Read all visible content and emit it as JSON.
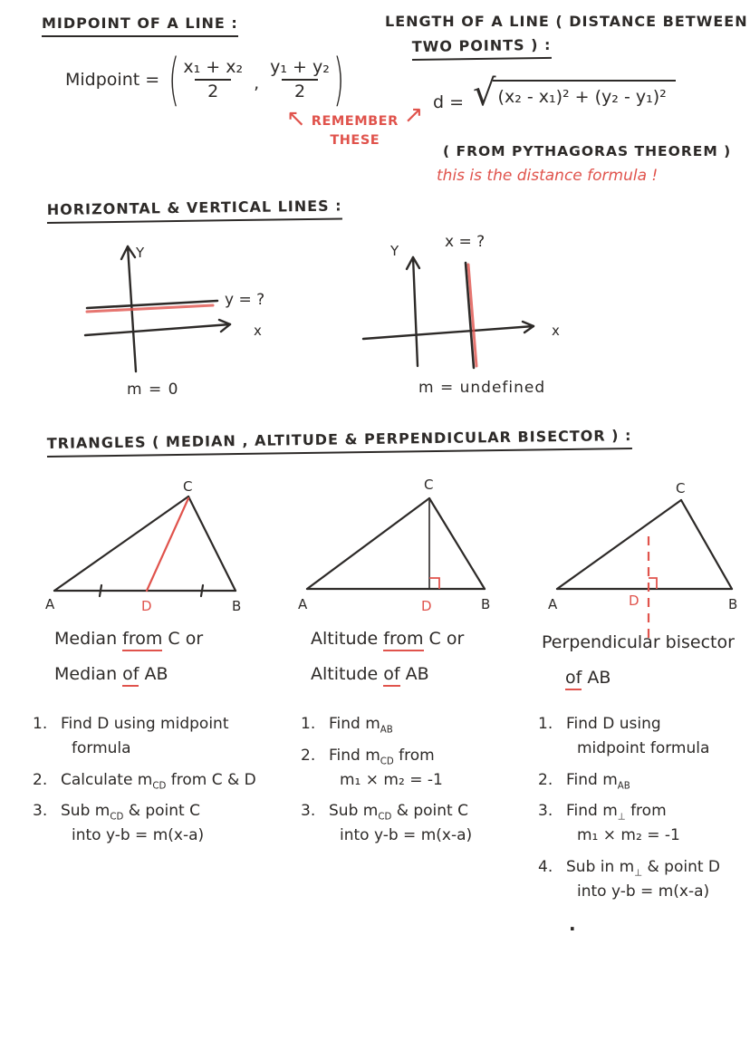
{
  "ink": {
    "black": "#2d2a28",
    "red": "#e0534c"
  },
  "midpoint": {
    "title": "MIDPOINT OF A LINE :",
    "lhs": "Midpoint =",
    "open_paren": "(",
    "x_num": "x₁ + x₂",
    "x_den": "2",
    "separator": ",",
    "y_num": "y₁ + y₂",
    "y_den": "2",
    "close_paren": ")"
  },
  "remember": {
    "left_arrow": "↖",
    "line1": "REMEMBER",
    "line2": "THESE",
    "right_arrow": "↗"
  },
  "length": {
    "title_line1": "LENGTH OF A LINE ( DISTANCE BETWEEN",
    "title_line2": "TWO POINTS ) :",
    "lhs": "d =",
    "radical": "√",
    "radicand": "(x₂ - x₁)² + (y₂ - y₁)²",
    "source_note": "( FROM PYTHAGORAS THEOREM )",
    "red_note": "this is the distance formula !"
  },
  "hv": {
    "title": "HORIZONTAL & VERTICAL LINES :",
    "left_graph": {
      "y_axis_label": "Y",
      "x_axis_label": "x",
      "line_label": "y = ?",
      "slope_label": "m = 0"
    },
    "right_graph": {
      "y_axis_label": "Y",
      "x_axis_label": "x",
      "line_label": "x = ?",
      "slope_label": "m = undefined"
    }
  },
  "triangles": {
    "title": "TRIANGLES ( MEDIAN , ALTITUDE & PERPENDICULAR BISECTOR ) :",
    "vertices": {
      "a": "A",
      "b": "B",
      "c": "C",
      "d": "D"
    },
    "columns": [
      {
        "caption_line1": [
          {
            "t": "Median "
          },
          {
            "t": "from",
            "u": true
          },
          {
            "t": " C or"
          }
        ],
        "caption_line2": [
          {
            "t": "Median "
          },
          {
            "t": "of",
            "u": true
          },
          {
            "t": " AB"
          }
        ],
        "steps": [
          {
            "num": "1.",
            "lines": [
              [
                {
                  "t": "Find D using midpoint"
                }
              ],
              [
                {
                  "t": "formula"
                }
              ]
            ]
          },
          {
            "num": "2.",
            "lines": [
              [
                {
                  "t": "Calculate m"
                },
                {
                  "t": "CD",
                  "sub": true
                },
                {
                  "t": " from C & D"
                }
              ]
            ]
          },
          {
            "num": "3.",
            "lines": [
              [
                {
                  "t": "Sub m"
                },
                {
                  "t": "CD",
                  "sub": true
                },
                {
                  "t": " & point C"
                }
              ],
              [
                {
                  "t": "into y-b = m(x-a)"
                }
              ]
            ]
          }
        ]
      },
      {
        "caption_line1": [
          {
            "t": "Altitude "
          },
          {
            "t": "from",
            "u": true
          },
          {
            "t": " C or"
          }
        ],
        "caption_line2": [
          {
            "t": "Altitude "
          },
          {
            "t": "of",
            "u": true
          },
          {
            "t": " AB"
          }
        ],
        "steps": [
          {
            "num": "1.",
            "lines": [
              [
                {
                  "t": "Find m"
                },
                {
                  "t": "AB",
                  "sub": true
                }
              ]
            ]
          },
          {
            "num": "2.",
            "lines": [
              [
                {
                  "t": "Find m"
                },
                {
                  "t": "CD",
                  "sub": true
                },
                {
                  "t": " from"
                }
              ],
              [
                {
                  "t": "m₁ × m₂ = -1"
                }
              ]
            ]
          },
          {
            "num": "3.",
            "lines": [
              [
                {
                  "t": "Sub m"
                },
                {
                  "t": "CD",
                  "sub": true
                },
                {
                  "t": " & point C"
                }
              ],
              [
                {
                  "t": "into y-b = m(x-a)"
                }
              ]
            ]
          }
        ]
      },
      {
        "caption_line1": [
          {
            "t": "Perpendicular bisector"
          }
        ],
        "caption_line2": [
          {
            "t": "of",
            "u": true
          },
          {
            "t": " AB"
          }
        ],
        "steps": [
          {
            "num": "1.",
            "lines": [
              [
                {
                  "t": "Find D using"
                }
              ],
              [
                {
                  "t": "midpoint formula"
                }
              ]
            ]
          },
          {
            "num": "2.",
            "lines": [
              [
                {
                  "t": "Find m"
                },
                {
                  "t": "AB",
                  "sub": true
                }
              ]
            ]
          },
          {
            "num": "3.",
            "lines": [
              [
                {
                  "t": "Find m"
                },
                {
                  "t": "⊥",
                  "sub": true
                },
                {
                  "t": " from"
                }
              ],
              [
                {
                  "t": "m₁ × m₂ = -1"
                }
              ]
            ]
          },
          {
            "num": "4.",
            "lines": [
              [
                {
                  "t": "Sub in m"
                },
                {
                  "t": "⊥",
                  "sub": true
                },
                {
                  "t": " & point D"
                }
              ],
              [
                {
                  "t": "into y-b = m(x-a)"
                }
              ]
            ]
          }
        ]
      }
    ]
  },
  "stray_mark": "."
}
